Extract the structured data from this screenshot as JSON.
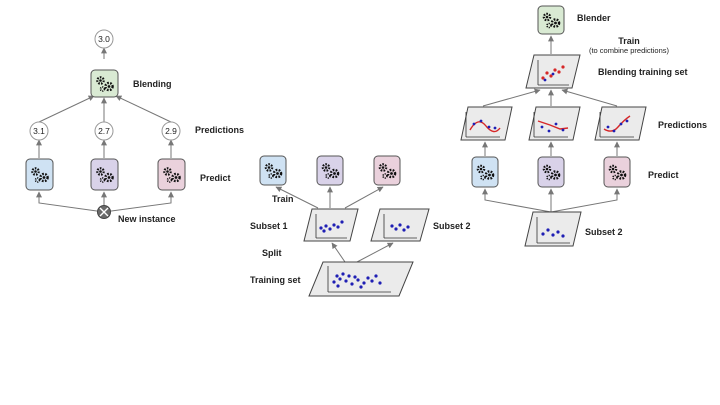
{
  "colors": {
    "blue": "#cfe2f3",
    "purple": "#d9d2e9",
    "pink": "#ead1dc",
    "green": "#d9ead3",
    "edge": "#777777",
    "dot": "#1f1fb4",
    "curve": "#d62728"
  },
  "icons": {
    "model": "gears-icon",
    "combine": "x-circle-icon"
  },
  "left": {
    "output": "3.0",
    "blender_label": "Blending",
    "predictions": [
      "3.1",
      "2.7",
      "2.9"
    ],
    "predictions_label": "Predictions",
    "predict_label": "Predict",
    "instance_label": "New instance"
  },
  "middle": {
    "train_label": "Train",
    "subset1_label": "Subset 1",
    "subset2_label": "Subset 2",
    "split_label": "Split",
    "training_set_label": "Training set"
  },
  "right": {
    "blender_label": "Blender",
    "train_label": "Train",
    "train_sub": "(to combine predictions)",
    "blending_set_label": "Blending training set",
    "predictions_label": "Predictions",
    "predict_label": "Predict",
    "subset2_label": "Subset 2"
  }
}
